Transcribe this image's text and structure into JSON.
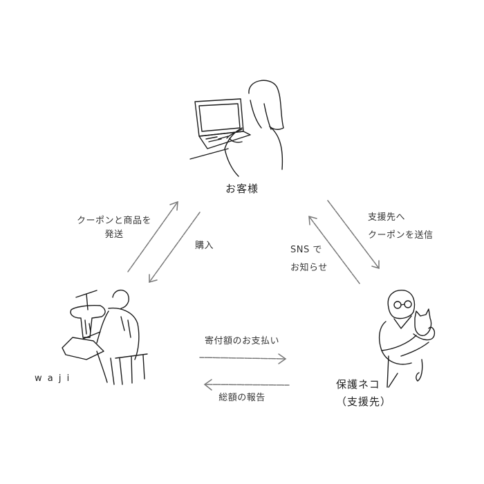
{
  "nodes": {
    "customer": {
      "label": "お客様",
      "illustration": "woman-using-laptop"
    },
    "waji": {
      "label": "w a j i",
      "illustration": "man-at-sewing-machine"
    },
    "shelter": {
      "label_line1": "保護ネコ",
      "label_line2": "（支援先）",
      "illustration": "man-holding-cat"
    }
  },
  "edges": {
    "waji_to_customer": {
      "line1": "クーポンと商品を",
      "line2": "発送",
      "direction": "waji -> customer"
    },
    "customer_to_waji": {
      "label": "購入",
      "direction": "customer -> waji"
    },
    "customer_to_shelter": {
      "line1": "支援先へ",
      "line2": "クーポンを送信",
      "direction": "customer -> shelter"
    },
    "shelter_to_customer": {
      "line1": "SNS で",
      "line2": "お知らせ",
      "direction": "shelter -> customer"
    },
    "waji_to_shelter": {
      "label": "寄付額のお支払い",
      "direction": "waji -> shelter"
    },
    "shelter_to_waji": {
      "label": "総額の報告",
      "direction": "shelter -> waji"
    }
  },
  "colors": {
    "background": "#ffffff",
    "ink": "#1a1a1a",
    "arrow": "#777777"
  }
}
